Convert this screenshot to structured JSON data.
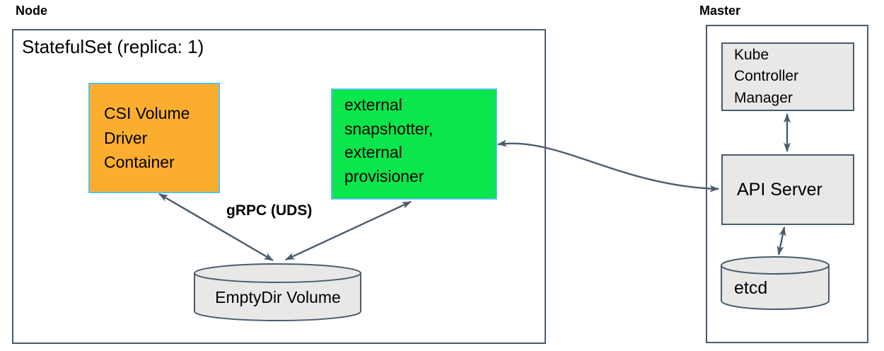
{
  "colors": {
    "slate": "#4a5c6e",
    "box-gray": "#e8e8e6",
    "accent-orange": "#fbae2e",
    "accent-green": "#0ae64b",
    "accent-blue": "#55c3eb",
    "text": "#000000",
    "background": "#ffffff"
  },
  "node": {
    "label": "Node",
    "statefulset_title": "StatefulSet (replica: 1)",
    "csi_container": {
      "lines": [
        "CSI Volume",
        "Driver",
        "Container"
      ]
    },
    "sidecars": {
      "lines": [
        "external",
        "snapshotter,",
        "external",
        "provisioner"
      ]
    },
    "grpc_label": "gRPC (UDS)",
    "emptydir_label": "EmptyDir Volume"
  },
  "master": {
    "label": "Master",
    "kube_controller_manager": {
      "lines": [
        "Kube",
        "Controller",
        "Manager"
      ]
    },
    "api_server_label": "API Server",
    "etcd_label": "etcd"
  },
  "connections": [
    {
      "from": "CSI Volume Driver Container",
      "to": "EmptyDir Volume",
      "type": "bidirectional",
      "label": "gRPC (UDS)"
    },
    {
      "from": "external snapshotter, external provisioner",
      "to": "EmptyDir Volume",
      "type": "bidirectional",
      "label": "gRPC (UDS)"
    },
    {
      "from": "external snapshotter, external provisioner",
      "to": "API Server",
      "type": "bidirectional"
    },
    {
      "from": "Kube Controller Manager",
      "to": "API Server",
      "type": "bidirectional"
    },
    {
      "from": "API Server",
      "to": "etcd",
      "type": "bidirectional"
    }
  ]
}
